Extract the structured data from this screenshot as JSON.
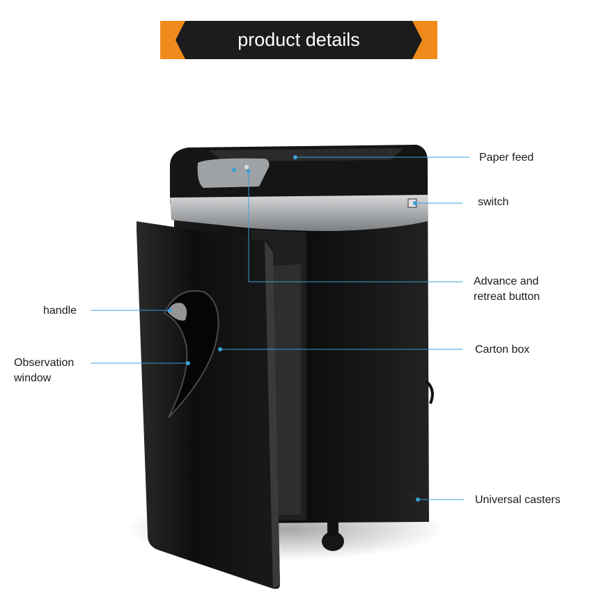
{
  "banner": {
    "title": "product details"
  },
  "callouts": {
    "paper_feed": "Paper feed",
    "switch": "switch",
    "advance_line1": "Advance and",
    "advance_line2": "retreat button",
    "handle": "handle",
    "observation_line1": "Observation",
    "observation_line2": "window",
    "carton_box": "Carton box",
    "universal_casters": "Universal casters"
  },
  "colors": {
    "banner_bg": "#1c1c1c",
    "banner_accent": "#f08a1c",
    "callout_line": "#3aa0d8",
    "machine_body": "#111111",
    "trim": "#9a9da0"
  }
}
